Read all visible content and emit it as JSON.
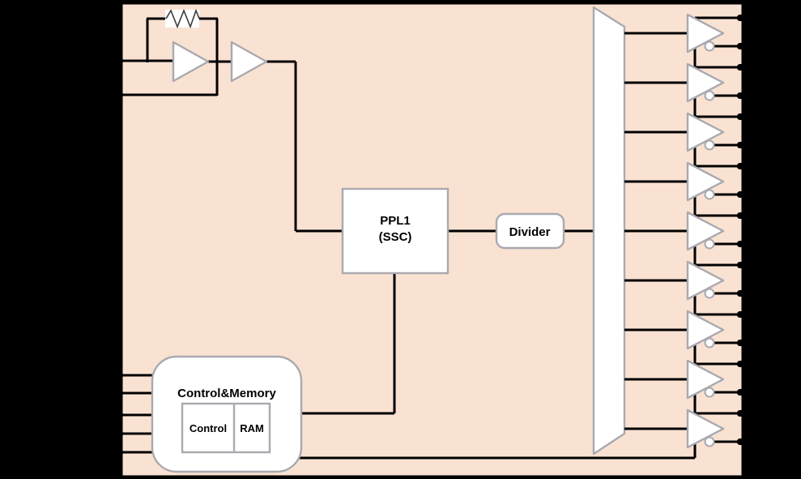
{
  "diagram": {
    "blocks": {
      "pll": {
        "line1": "PPL1",
        "line2": "(SSC)"
      },
      "divider": {
        "label": "Divider"
      },
      "control_memory": {
        "label": "Control&Memory",
        "sub_blocks": {
          "control": "Control",
          "ram": "RAM"
        }
      }
    },
    "output_buffers": {
      "count": 9,
      "outputs_per_buffer": 2
    },
    "inputs": {
      "crystal_pins": 2,
      "control_pins": 5
    },
    "colors": {
      "canvas_bg": "#000000",
      "board_fill": "#FAE2D2",
      "block_fill": "#FFFFFF",
      "block_stroke": "#A9A9B0",
      "wire": "#000000"
    }
  }
}
